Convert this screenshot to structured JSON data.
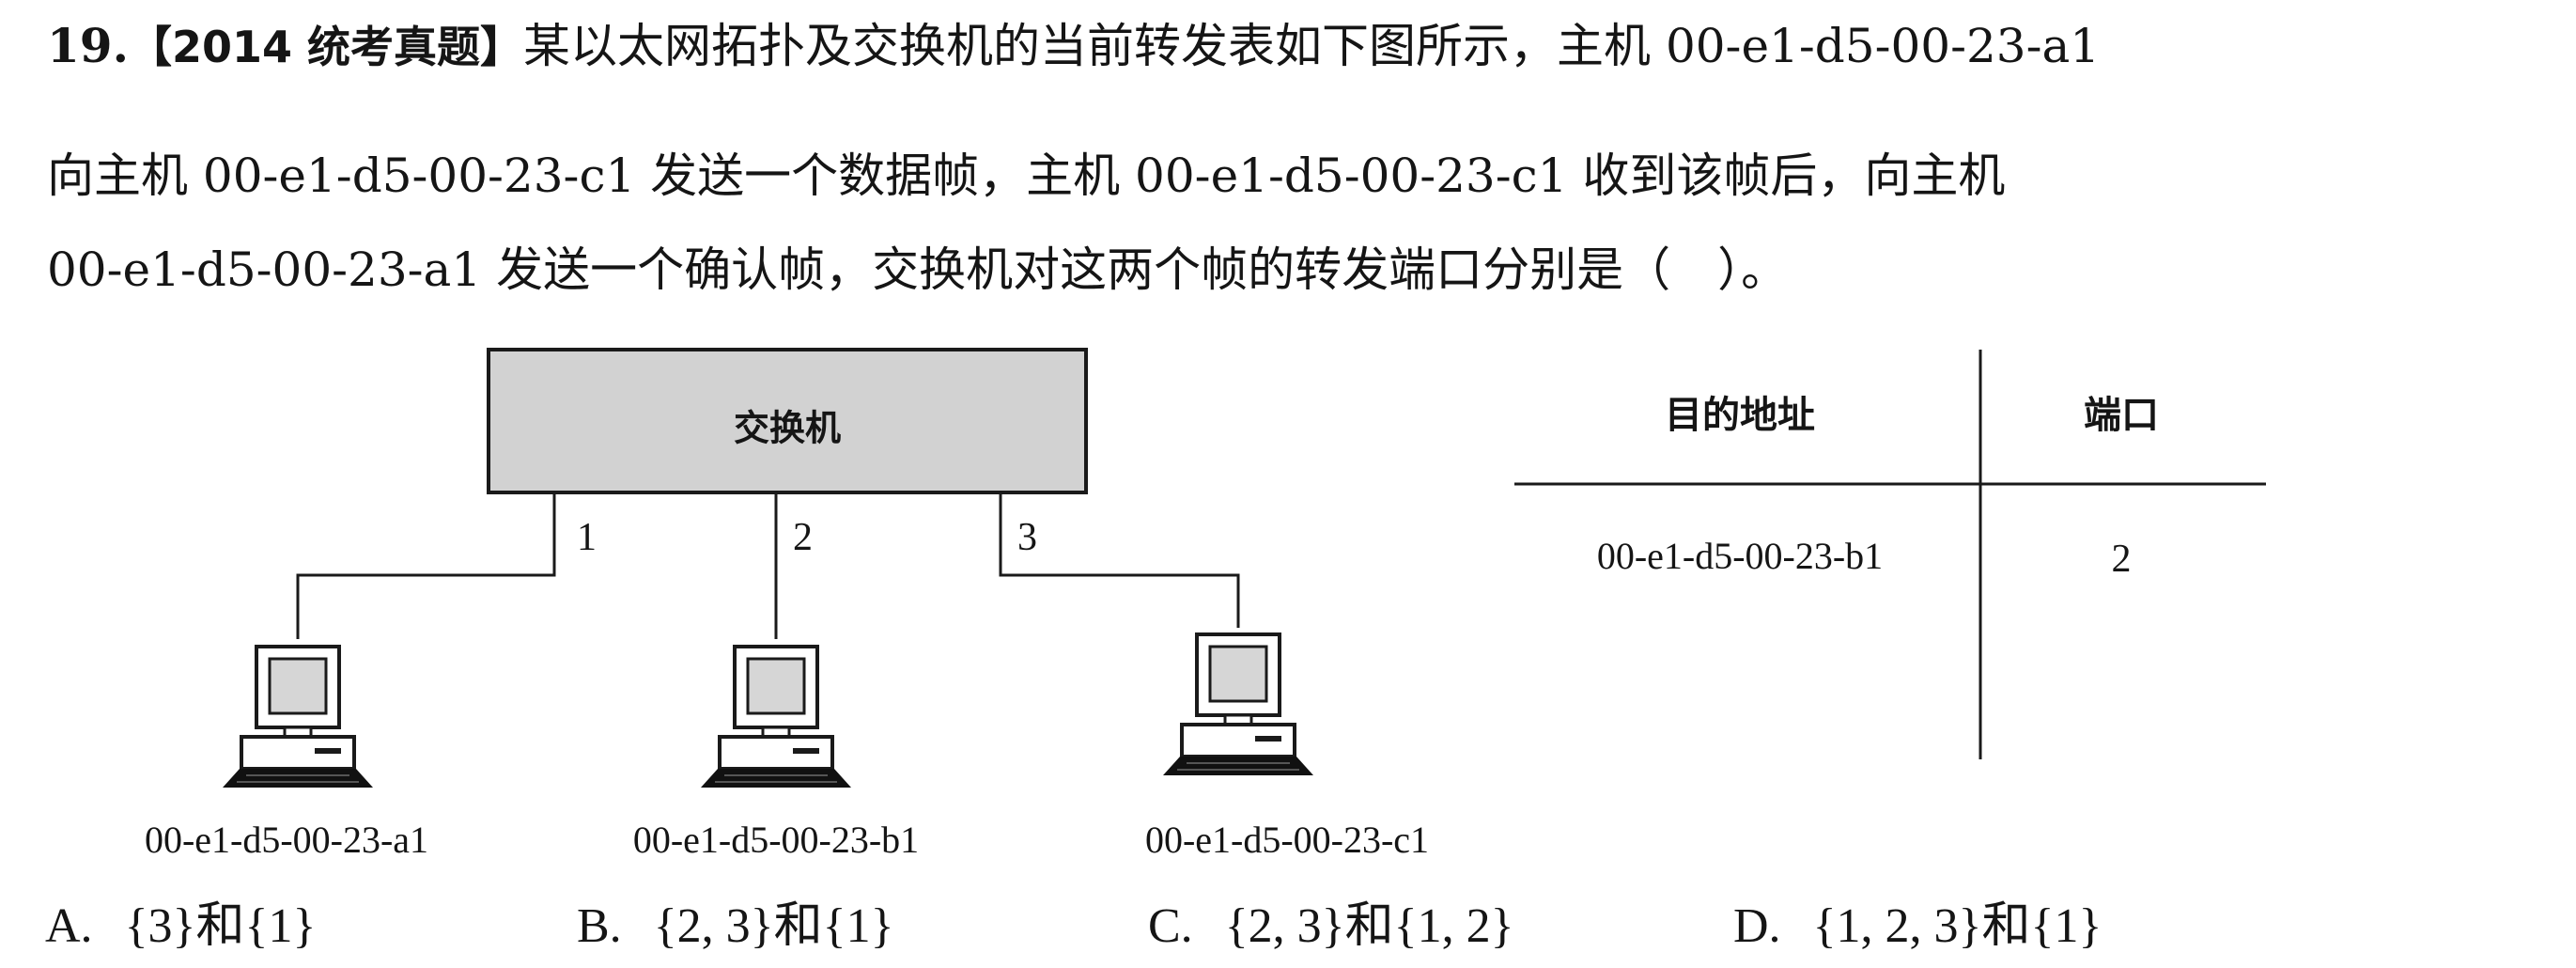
{
  "question": {
    "number": "19.",
    "source": "【2014 统考真题】",
    "line1": "某以太网拓扑及交换机的当前转发表如下图所示，主机 00-e1-d5-00-23-a1",
    "line2": "向主机 00-e1-d5-00-23-c1 发送一个数据帧，主机 00-e1-d5-00-23-c1 收到该帧后，向主机",
    "line3": "00-e1-d5-00-23-a1 发送一个确认帧，交换机对这两个帧的转发端口分别是（　）。"
  },
  "diagram": {
    "switch_label": "交换机",
    "ports": [
      "1",
      "2",
      "3"
    ],
    "hosts": [
      {
        "mac": "00-e1-d5-00-23-a1",
        "port": "1"
      },
      {
        "mac": "00-e1-d5-00-23-b1",
        "port": "2"
      },
      {
        "mac": "00-e1-d5-00-23-c1",
        "port": "3"
      }
    ],
    "colors": {
      "switch_fill": "#d2d2d2",
      "line": "#1a1a1a",
      "monitor_screen": "#d6d6d6"
    }
  },
  "forwarding_table": {
    "headers": [
      "目的地址",
      "端口"
    ],
    "rows": [
      {
        "address": "00-e1-d5-00-23-b1",
        "port": "2"
      }
    ]
  },
  "options": [
    {
      "letter": "A.",
      "text": "{3}和{1}"
    },
    {
      "letter": "B.",
      "text": "{2, 3}和{1}"
    },
    {
      "letter": "C.",
      "text": "{2, 3}和{1, 2}"
    },
    {
      "letter": "D.",
      "text": "{1, 2, 3}和{1}"
    }
  ]
}
